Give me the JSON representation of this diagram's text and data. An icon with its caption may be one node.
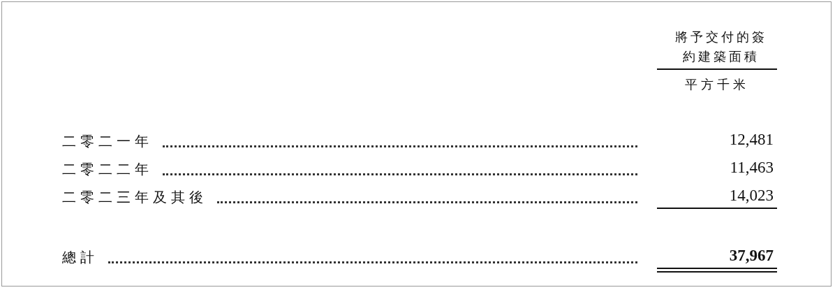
{
  "diagram": {
    "labels": [
      "將予交付的簽約建築面積",
      "平方千米",
      "二零二一年",
      "12,481",
      "二零二二年",
      "11,463",
      "二零二三年及其後",
      "14,023",
      "總計",
      "37,967"
    ]
  }
}
